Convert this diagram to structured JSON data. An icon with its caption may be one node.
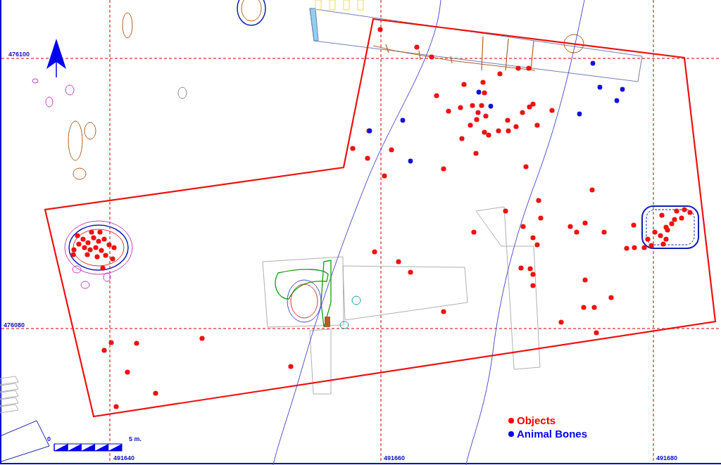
{
  "diagram": {
    "labels": [
      "476100",
      "476080",
      "0",
      "5 m.",
      "491640",
      "491660",
      "491680"
    ],
    "legend": [
      {
        "text": "Objects",
        "color": "#ff0000"
      },
      {
        "text": "Animal Bones",
        "color": "#0000ff"
      }
    ]
  }
}
